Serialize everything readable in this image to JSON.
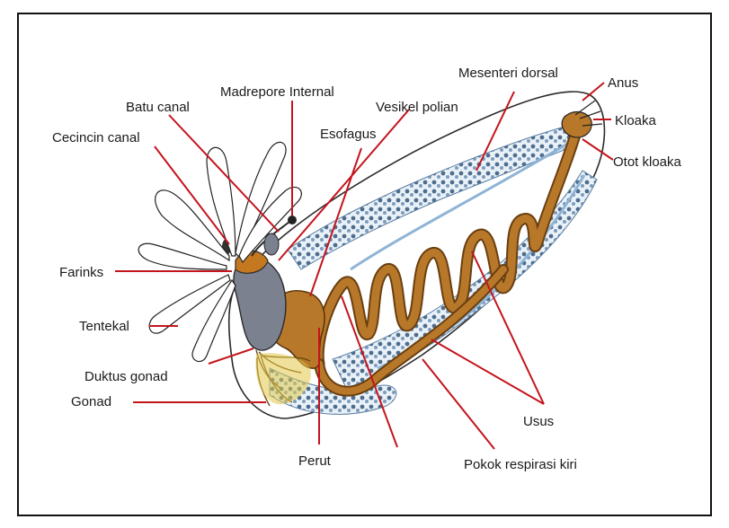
{
  "diagram": {
    "labels": {
      "madrepore_internal": "Madrepore Internal",
      "batu_canal": "Batu canal",
      "cecincin_canal": "Cecincin canal",
      "vesikel_polian": "Vesikel polian",
      "esofagus": "Esofagus",
      "mesenteri_dorsal": "Mesenteri dorsal",
      "anus": "Anus",
      "kloaka": "Kloaka",
      "otot_kloaka": "Otot kloaka",
      "farinks": "Farinks",
      "tentekal": "Tentekal",
      "duktus_gonad": "Duktus gonad",
      "gonad": "Gonad",
      "perut": "Perut",
      "usus": "Usus",
      "pokok_respirasi_kiri": "Pokok respirasi kiri"
    },
    "colors": {
      "leader_line": "#c4141c",
      "intestine": "#b8782a",
      "respiratory_tree": "#8fb4d6",
      "gonad": "#e1c84a",
      "pharynx": "#7c8190"
    }
  }
}
